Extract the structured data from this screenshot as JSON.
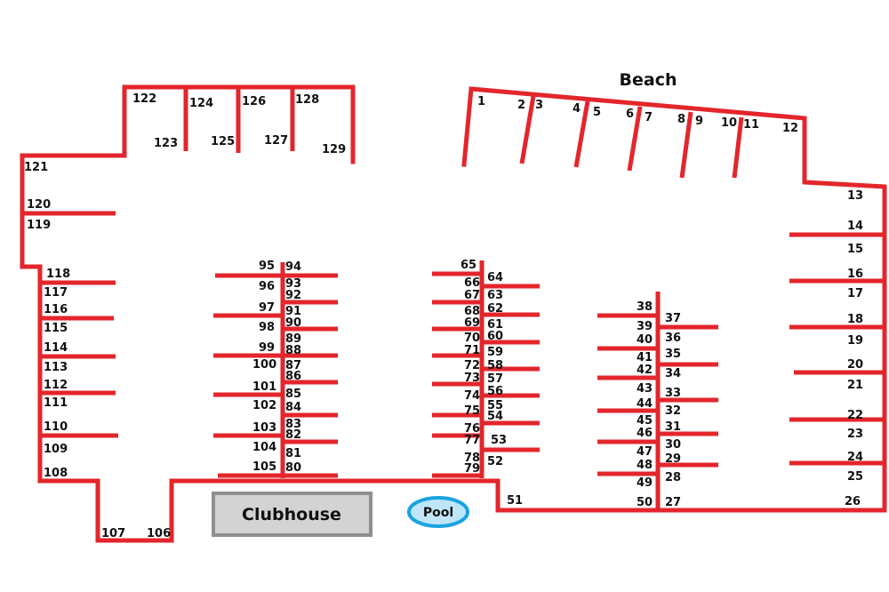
{
  "labels": {
    "beach": "Beach",
    "clubhouse": "Clubhouse",
    "pool": "Pool"
  },
  "slips": [
    "1",
    "2",
    "3",
    "4",
    "5",
    "6",
    "7",
    "8",
    "9",
    "10",
    "11",
    "12",
    "13",
    "14",
    "15",
    "16",
    "17",
    "18",
    "19",
    "20",
    "21",
    "22",
    "23",
    "24",
    "25",
    "26",
    "27",
    "28",
    "29",
    "30",
    "31",
    "32",
    "33",
    "34",
    "35",
    "36",
    "37",
    "38",
    "39",
    "40",
    "41",
    "42",
    "43",
    "44",
    "45",
    "46",
    "47",
    "48",
    "49",
    "50",
    "51",
    "52",
    "53",
    "54",
    "55",
    "56",
    "57",
    "58",
    "59",
    "60",
    "61",
    "62",
    "63",
    "64",
    "65",
    "66",
    "67",
    "68",
    "69",
    "70",
    "71",
    "72",
    "73",
    "74",
    "75",
    "76",
    "77",
    "78",
    "79",
    "80",
    "81",
    "82",
    "83",
    "84",
    "85",
    "86",
    "87",
    "88",
    "89",
    "90",
    "91",
    "92",
    "93",
    "94",
    "95",
    "96",
    "97",
    "98",
    "99",
    "100",
    "101",
    "102",
    "103",
    "104",
    "105",
    "106",
    "107",
    "108",
    "109",
    "110",
    "111",
    "112",
    "113",
    "114",
    "115",
    "116",
    "117",
    "118",
    "119",
    "120",
    "121",
    "122",
    "123",
    "124",
    "125",
    "126",
    "127",
    "128",
    "129"
  ],
  "colors": {
    "dock": "#e3262b",
    "clubhouse_fill": "#d3d3d3",
    "clubhouse_border": "#8f8f8f",
    "pool_fill": "#bfe6f7",
    "pool_border": "#1aa3e0"
  }
}
